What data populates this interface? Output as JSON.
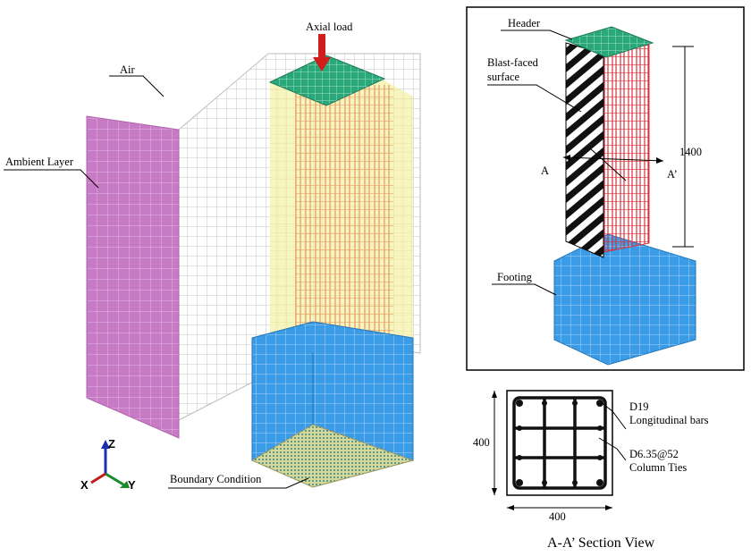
{
  "model_labels": {
    "axial_load": "Axial load",
    "air": "Air",
    "ambient_layer": "Ambient Layer",
    "boundary_condition": "Boundary Condition"
  },
  "axes": {
    "z": "Z",
    "x": "X",
    "y": "Y"
  },
  "detail_labels": {
    "header": "Header",
    "blast_faced_line1": "Blast-faced",
    "blast_faced_line2": "surface",
    "section_a_left": "A",
    "section_a_right": "A’",
    "height_dim": "1400",
    "footing": "Footing"
  },
  "section_view": {
    "rebar_line1": "D19",
    "rebar_line2": "Longitudinal bars",
    "tie_line1": "D6.35@52",
    "tie_line2": "Column Ties",
    "width_dim": "400",
    "height_dim": "400",
    "title": "A-A’ Section View"
  },
  "colors": {
    "ambient": "#c77bc4",
    "air_mesh": "#c9c9c9",
    "header": "#2aa87a",
    "footing": "#3a9be6",
    "concrete_column": "#f3f0a6",
    "rebar": "#e8a06a",
    "load_arrow": "#d01e1e",
    "red_rebar": "#d8323a",
    "boundary": "#d9d79a"
  }
}
